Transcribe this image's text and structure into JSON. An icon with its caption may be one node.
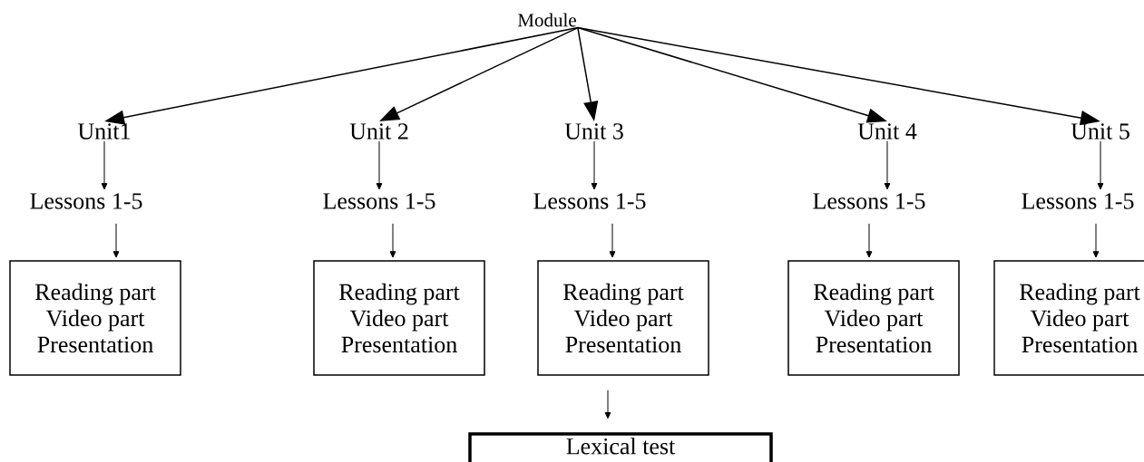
{
  "diagram": {
    "nodes": [
      {
        "text": [
          "Module"
        ]
      },
      {
        "text": [
          "Unit1"
        ]
      },
      {
        "text": [
          "Unit 2"
        ]
      },
      {
        "text": [
          "Unit 3"
        ]
      },
      {
        "text": [
          "Unit 4"
        ]
      },
      {
        "text": [
          "Unit 5"
        ]
      },
      {
        "text": [
          "Lessons 1-5"
        ]
      },
      {
        "text": [
          "Lessons 1-5"
        ]
      },
      {
        "text": [
          "Lessons 1-5"
        ]
      },
      {
        "text": [
          "Lessons 1-5"
        ]
      },
      {
        "text": [
          "Lessons 1-5"
        ]
      },
      {
        "text": [
          "Reading part",
          "Video part",
          "Presentation"
        ]
      },
      {
        "text": [
          "Reading part",
          "Video part",
          "Presentation"
        ]
      },
      {
        "text": [
          "Reading part",
          "Video part",
          "Presentation"
        ]
      },
      {
        "text": [
          "Reading part",
          "Video part",
          "Presentation"
        ]
      },
      {
        "text": [
          "Reading part",
          "Video part",
          "Presentation"
        ]
      },
      {
        "text": [
          "Lexical test"
        ]
      }
    ],
    "edges": [
      {
        "from": 0,
        "to": 1,
        "arrow": "to"
      },
      {
        "from": 0,
        "to": 2,
        "arrow": "to"
      },
      {
        "from": 0,
        "to": 3,
        "arrow": "to"
      },
      {
        "from": 0,
        "to": 4,
        "arrow": "to"
      },
      {
        "from": 0,
        "to": 5,
        "arrow": "to"
      },
      {
        "from": 1,
        "to": 6,
        "arrow": "to"
      },
      {
        "from": 2,
        "to": 7,
        "arrow": "to"
      },
      {
        "from": 3,
        "to": 8,
        "arrow": "to"
      },
      {
        "from": 4,
        "to": 9,
        "arrow": "to"
      },
      {
        "from": 5,
        "to": 10,
        "arrow": "to"
      },
      {
        "from": 6,
        "to": 11,
        "arrow": "to"
      },
      {
        "from": 7,
        "to": 12,
        "arrow": "to"
      },
      {
        "from": 8,
        "to": 13,
        "arrow": "to"
      },
      {
        "from": 9,
        "to": 14,
        "arrow": "to"
      },
      {
        "from": 10,
        "to": 15,
        "arrow": "to"
      },
      {
        "from": 13,
        "to": 16,
        "arrow": "to"
      }
    ]
  }
}
